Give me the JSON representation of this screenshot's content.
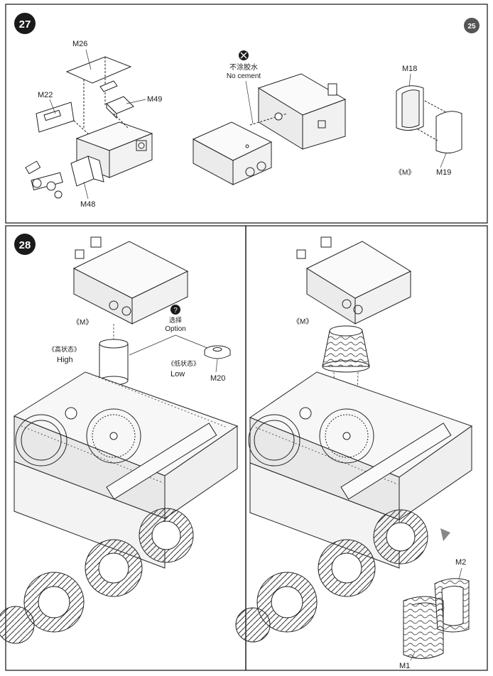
{
  "header": {
    "page_number": "25"
  },
  "step27": {
    "number": "27",
    "parts": {
      "m26": "M26",
      "m22": "M22",
      "m49": "M49",
      "m48": "M48",
      "m18": "M18",
      "m19": "M19"
    },
    "no_cement_cn": "不涂胶水",
    "no_cement_en": "No cement",
    "m_group": "《M》"
  },
  "step28": {
    "number": "28",
    "m_group_left": "《M》",
    "m_group_right": "《M》",
    "option_cn": "选择",
    "option_en": "Option",
    "high_cn": "《高状态》",
    "high_en": "High",
    "low_cn": "《低状态》",
    "low_en": "Low",
    "parts": {
      "m20": "M20",
      "m2": "M2",
      "m1": "M1"
    }
  }
}
